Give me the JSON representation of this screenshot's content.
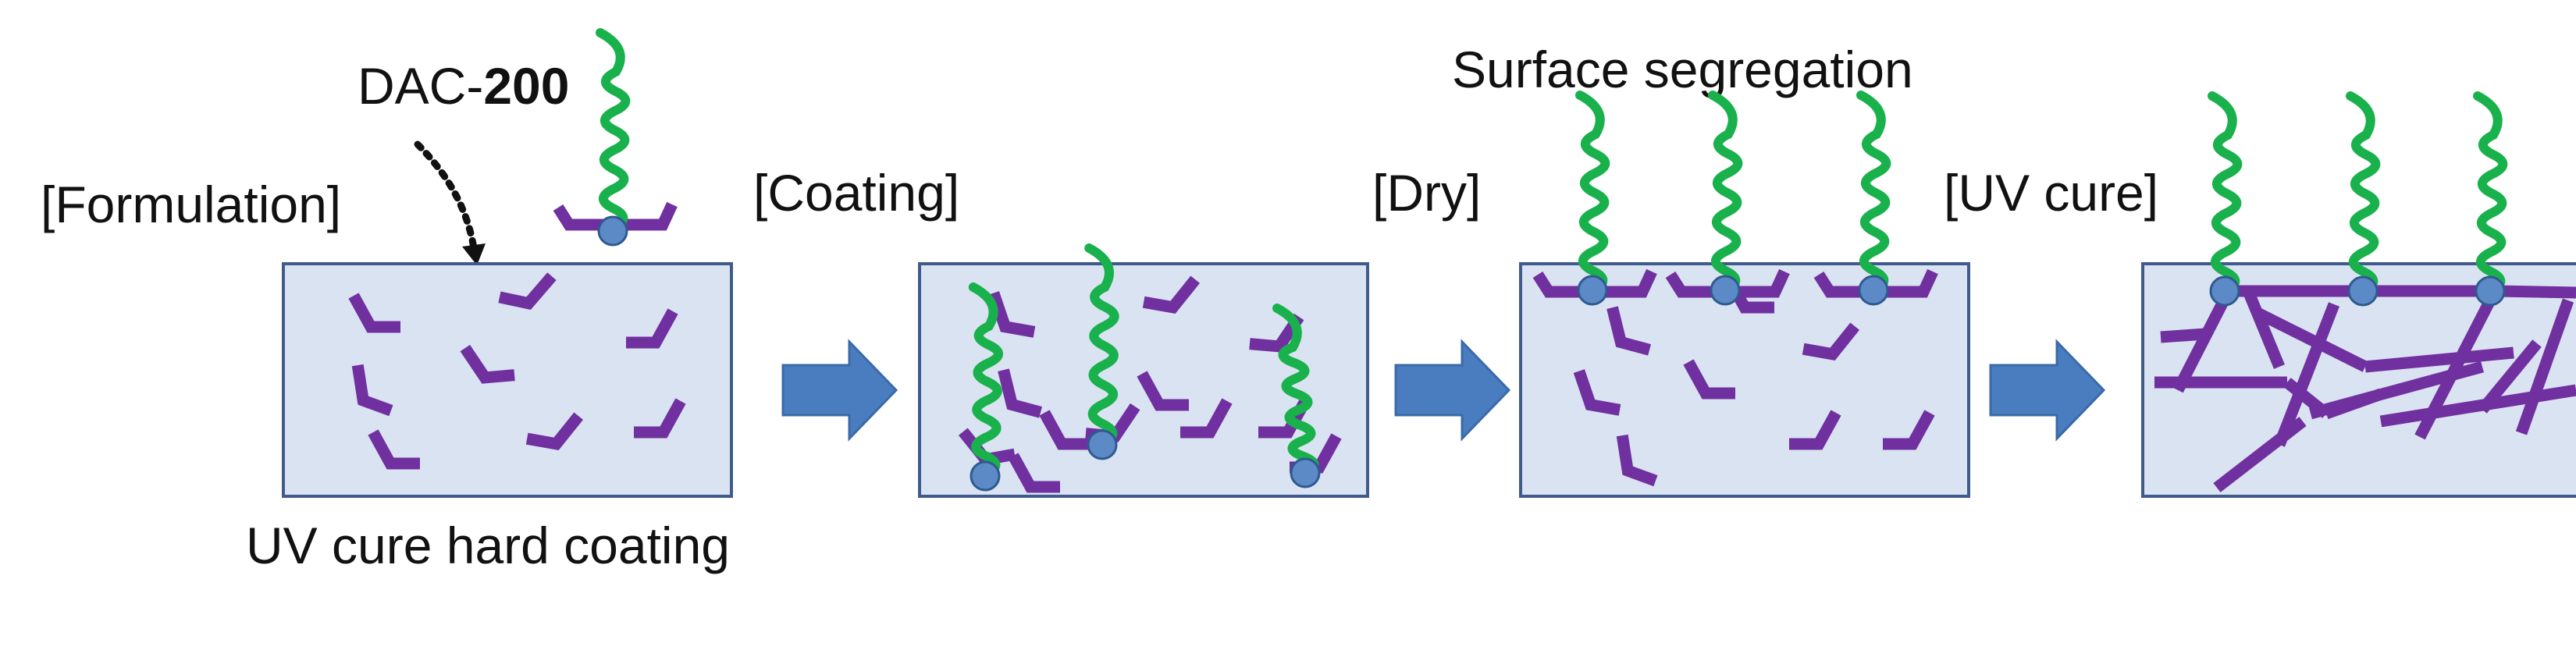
{
  "labels": {
    "formulation": "[Formulation]",
    "dac_prefix": "DAC-",
    "dac_number": "200",
    "coating": "[Coating]",
    "dry": "[Dry]",
    "uv_cure": "[UV cure]",
    "surface_segregation": "Surface segregation",
    "hard_coating": "UV cure hard coating"
  },
  "stages": [
    {
      "name": "formulation-stage"
    },
    {
      "name": "coating-stage"
    },
    {
      "name": "dry-stage"
    },
    {
      "name": "uv-cure-stage"
    }
  ],
  "colors": {
    "box_fill": "#dae3f1",
    "box_stroke": "#3f5b8c",
    "monomer": "#7030a0",
    "chain": "#19b14c",
    "bead": "#5b8ac6",
    "bead_stroke": "#2f5a8f",
    "arrow": "#4a7dbf",
    "arrow_stroke": "#3a6aa8",
    "dotted_arrow": "#111111"
  }
}
